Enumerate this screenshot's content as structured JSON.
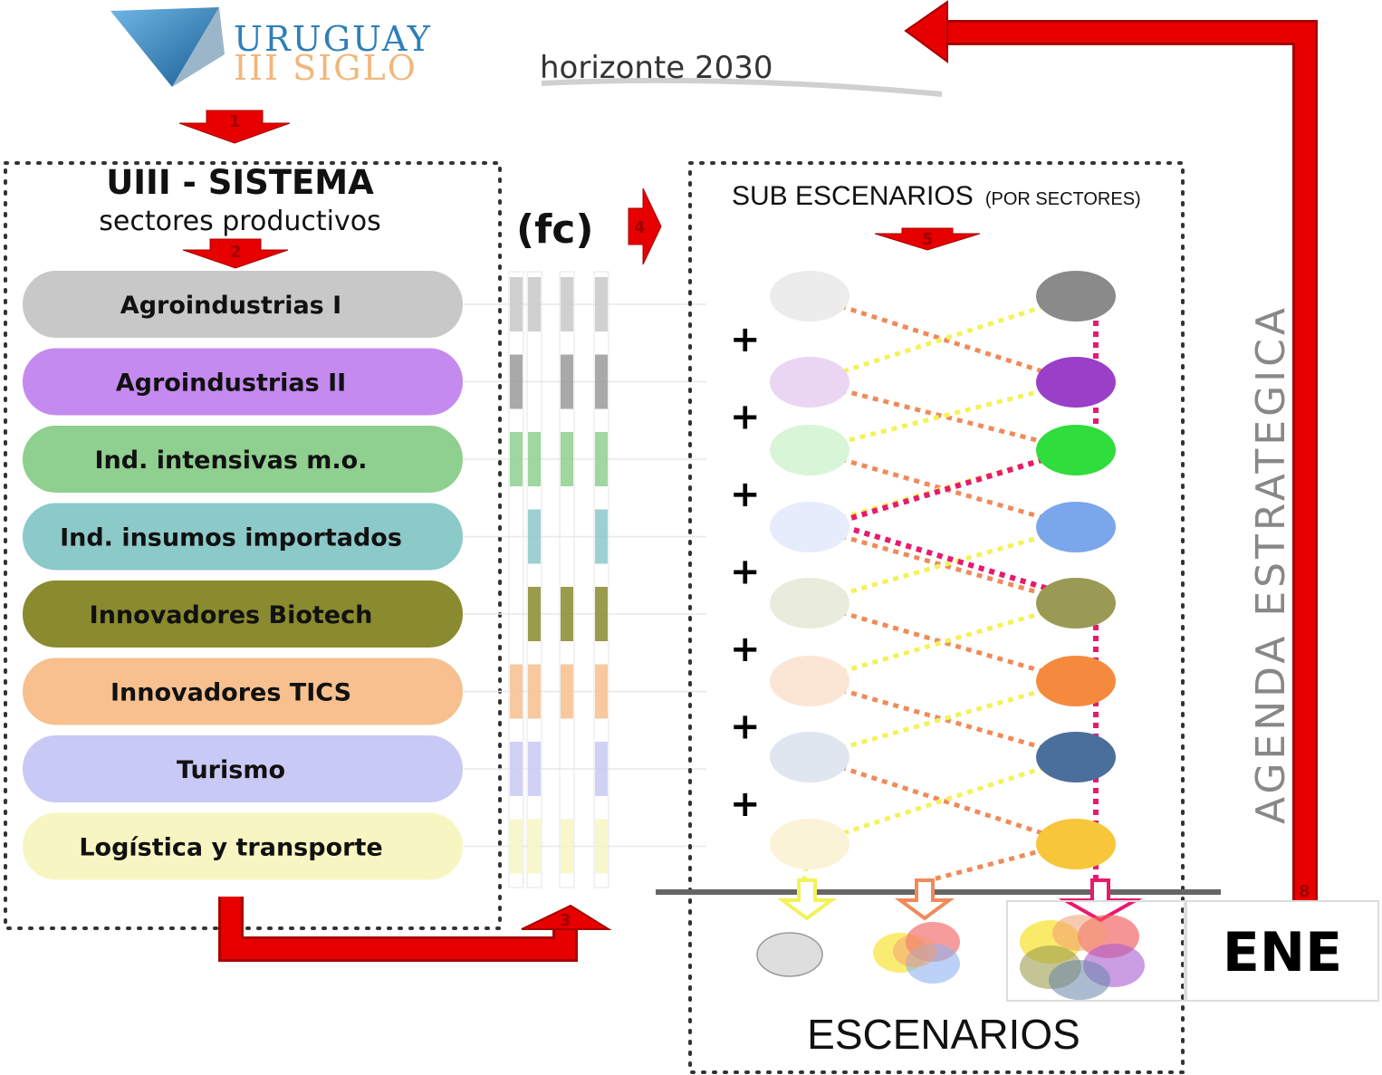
{
  "logo": {
    "line1": "URUGUAY",
    "line2": "III SIGLO"
  },
  "horizon": "horizonte 2030",
  "system": {
    "title": "UIII - SISTEMA",
    "subtitle": "sectores productivos"
  },
  "sectors": [
    {
      "label": "Agroindustrias I",
      "color": "#c8c8c8"
    },
    {
      "label": "Agroindustrias II",
      "color": "#c58af0"
    },
    {
      "label": "Ind. intensivas m.o.",
      "color": "#8fcf8f"
    },
    {
      "label": "Ind. insumos importados",
      "color": "#8cc9c9"
    },
    {
      "label": "Innovadores Biotech",
      "color": "#8a8a2e"
    },
    {
      "label": "Innovadores TICS",
      "color": "#f7c08e"
    },
    {
      "label": "Turismo",
      "color": "#c9c9f5"
    },
    {
      "label": "Logística y transporte",
      "color": "#f7f6c2"
    }
  ],
  "fc_label": "(fc)",
  "steps": [
    "1",
    "2",
    "3",
    "4",
    "5",
    "8"
  ],
  "sub_scenarios": {
    "title": "SUB ESCENARIOS",
    "note": "(POR SECTORES)"
  },
  "plus": "+",
  "agenda": "AGENDA ESTRATEGICA",
  "ene": "ENE",
  "escenarios": "ESCENARIOS",
  "right_colors": [
    "#8a8a8a",
    "#9a3fc8",
    "#2fdd3c",
    "#7aa6ec",
    "#9a9a55",
    "#f58a3e",
    "#4a6f9a",
    "#f7c63a"
  ],
  "left_colors": [
    "#ececec",
    "#ead6f3",
    "#d8f5d8",
    "#e6ecfb",
    "#e9ebdd",
    "#fbe6d6",
    "#dfe6ef",
    "#fbf3d8"
  ],
  "palette": {
    "arrow": "#e60000",
    "arrow_dark": "#a80000",
    "magenta": "#e8196e",
    "orange": "#f08a5a",
    "yellow": "#f2f25a"
  }
}
